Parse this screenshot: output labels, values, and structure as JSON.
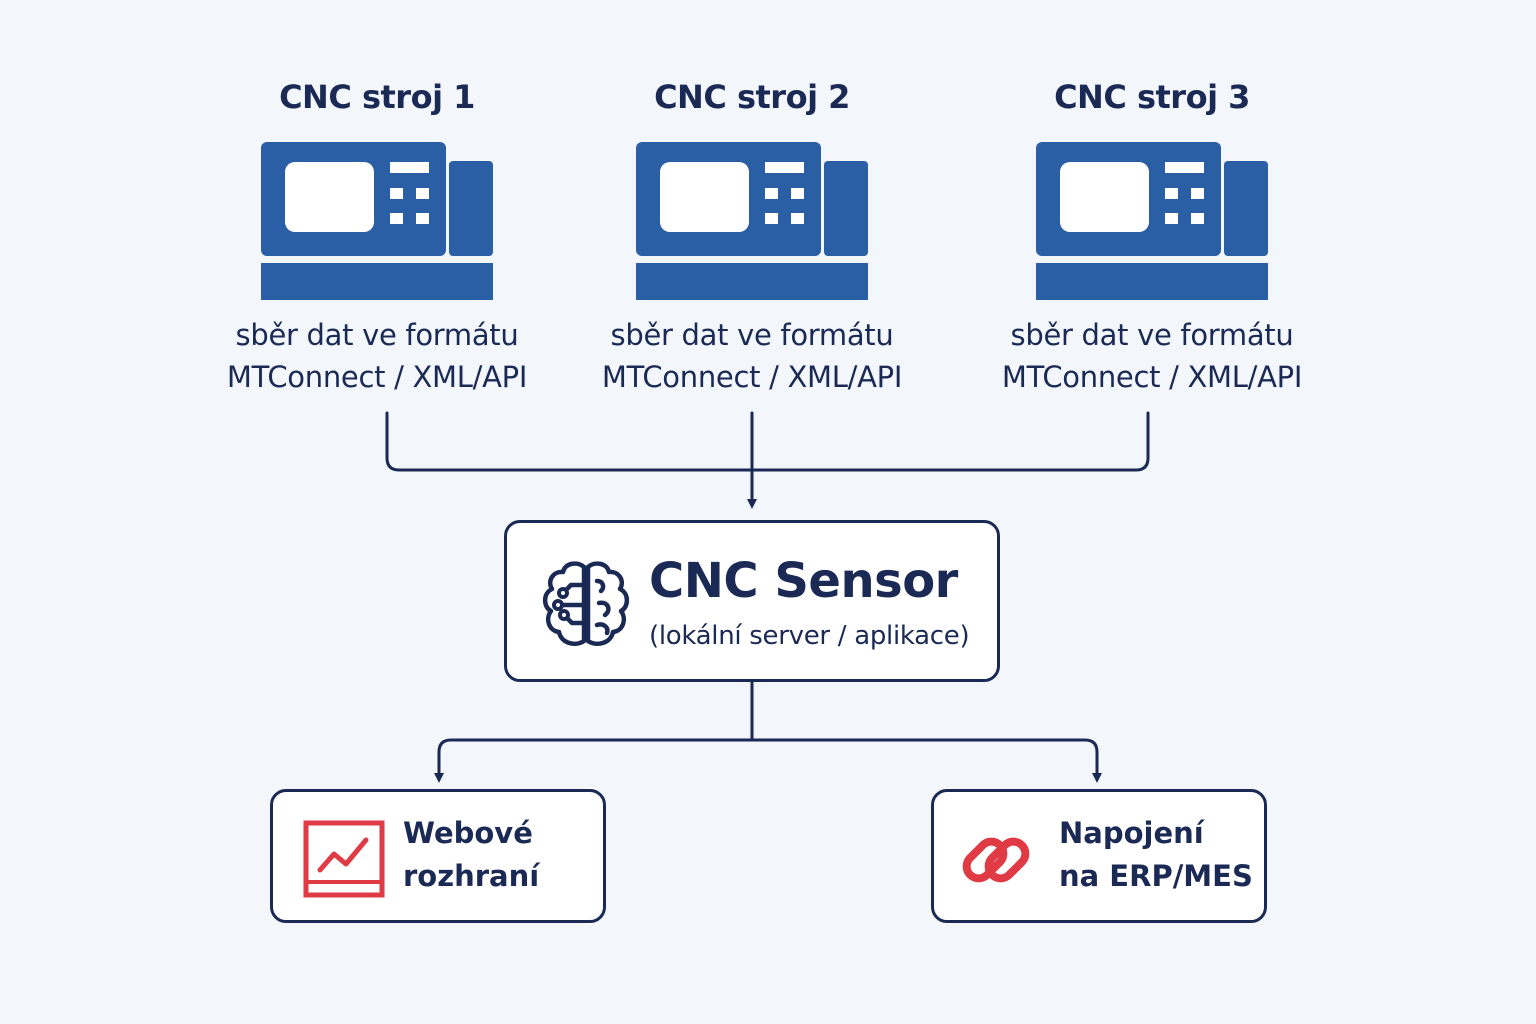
{
  "machines": [
    {
      "title": "CNC stroj 1",
      "desc_line1": "sběr dat ve formátu",
      "desc_line2": "MTConnect / XML/API"
    },
    {
      "title": "CNC stroj 2",
      "desc_line1": "sběr dat ve formátu",
      "desc_line2": "MTConnect / XML/API"
    },
    {
      "title": "CNC stroj 3",
      "desc_line1": "sběr dat ve formátu",
      "desc_line2": "MTConnect / XML/API"
    }
  ],
  "sensor": {
    "title": "CNC Sensor",
    "subtitle": "(lokální server / aplikace)",
    "icon": "brain-circuit-icon"
  },
  "outputs": {
    "web": {
      "line1": "Webové",
      "line2": "rozhraní",
      "icon": "chart-monitor-icon"
    },
    "erp": {
      "line1": "Napojení",
      "line2": "na ERP/MES",
      "icon": "link-chain-icon"
    }
  },
  "colors": {
    "machine": "#2a5ea5",
    "line": "#1b2a55",
    "accent": "#e03a45",
    "background": "#f3f6fb"
  }
}
